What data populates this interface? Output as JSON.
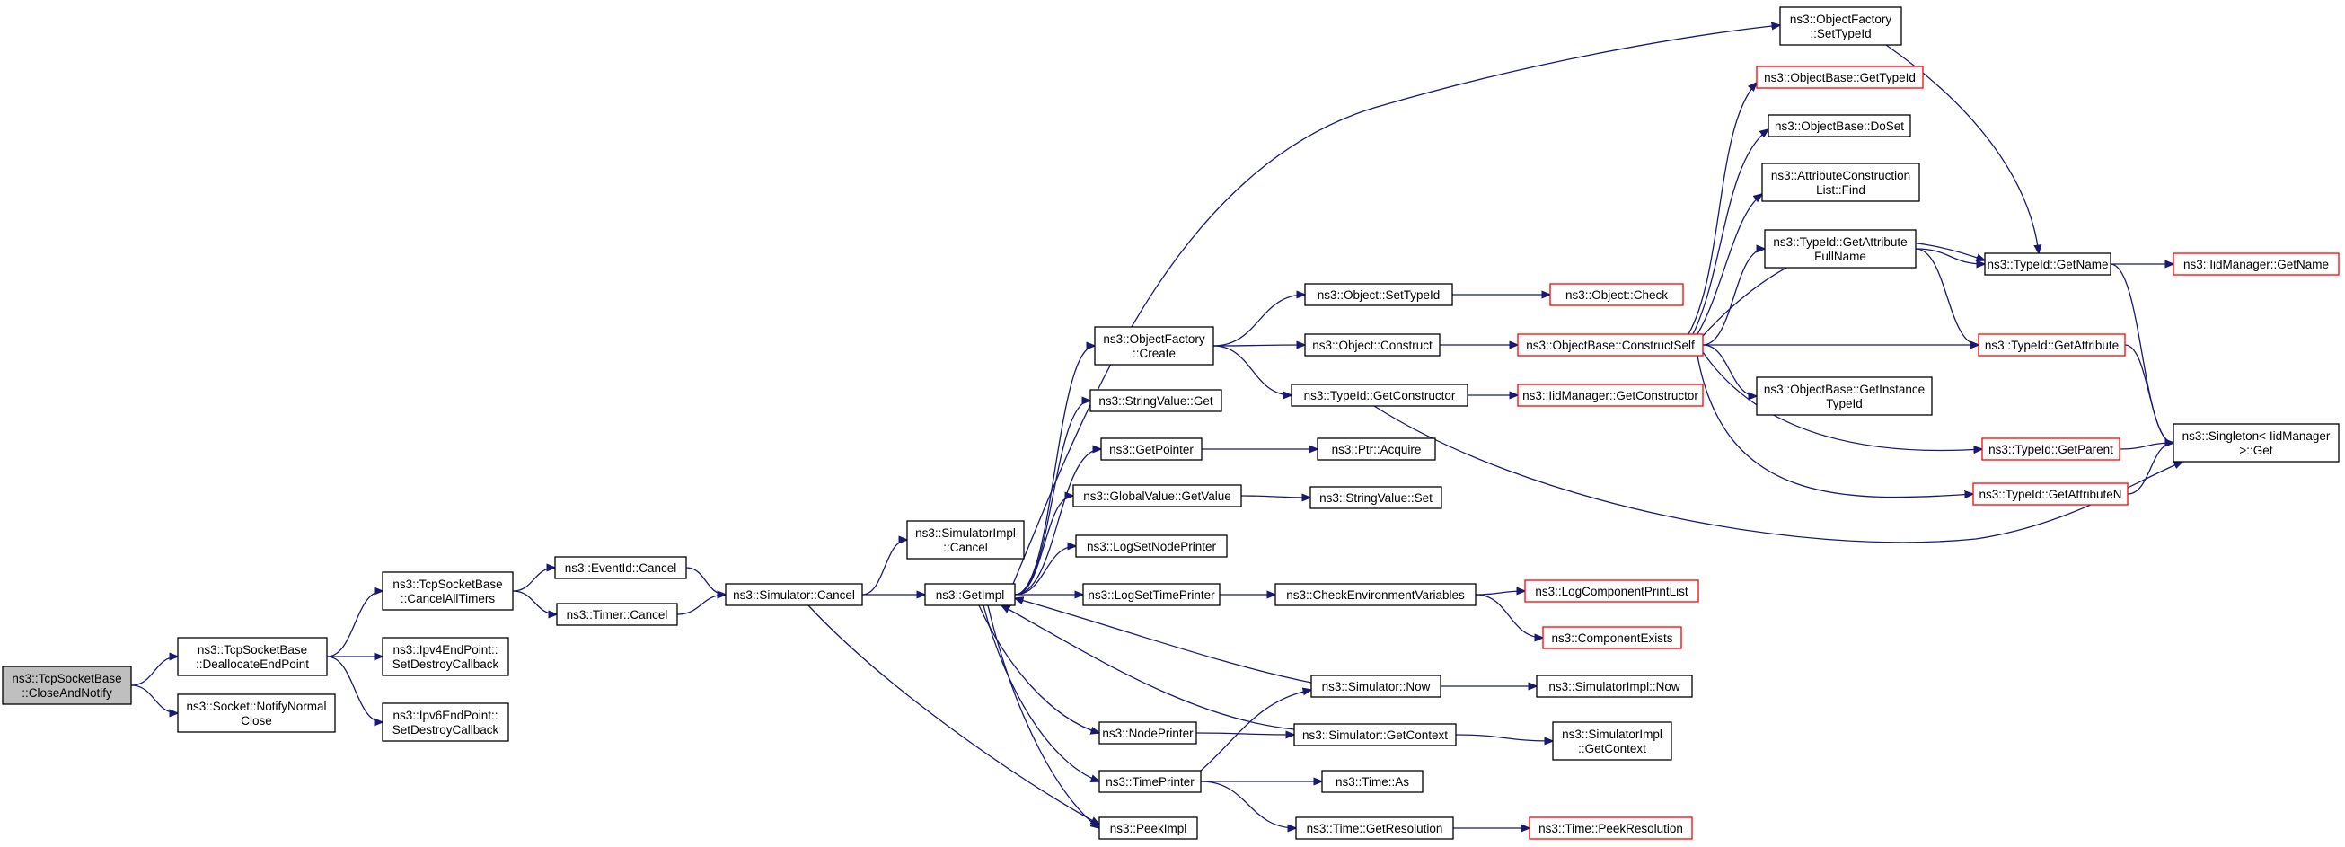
{
  "colors": {
    "edge": "#191970",
    "node_border": "#000000",
    "node_border_truncated": "#ff0000",
    "root_fill": "#bfbfbf"
  },
  "nodes": {
    "closeAndNotify": {
      "lines": [
        "ns3::TcpSocketBase",
        "::CloseAndNotify"
      ]
    },
    "deallocateEndPoint": {
      "lines": [
        "ns3::TcpSocketBase",
        "::DeallocateEndPoint"
      ]
    },
    "notifyNormalClose": {
      "lines": [
        "ns3::Socket::NotifyNormal",
        "Close"
      ]
    },
    "cancelAllTimers": {
      "lines": [
        "ns3::TcpSocketBase",
        "::CancelAllTimers"
      ]
    },
    "ipv4SetDestroy": {
      "lines": [
        "ns3::Ipv4EndPoint::",
        "SetDestroyCallback"
      ]
    },
    "ipv6SetDestroy": {
      "lines": [
        "ns3::Ipv6EndPoint::",
        "SetDestroyCallback"
      ]
    },
    "eventIdCancel": {
      "lines": [
        "ns3::EventId::Cancel"
      ]
    },
    "timerCancel": {
      "lines": [
        "ns3::Timer::Cancel"
      ]
    },
    "simulatorCancel": {
      "lines": [
        "ns3::Simulator::Cancel"
      ]
    },
    "simImplCancel": {
      "lines": [
        "ns3::SimulatorImpl",
        "::Cancel"
      ]
    },
    "getImpl": {
      "lines": [
        "ns3::GetImpl"
      ]
    },
    "objectFactoryCreate": {
      "lines": [
        "ns3::ObjectFactory",
        "::Create"
      ]
    },
    "stringValueGet": {
      "lines": [
        "ns3::StringValue::Get"
      ]
    },
    "getPointer": {
      "lines": [
        "ns3::GetPointer"
      ]
    },
    "globalValueGetValue": {
      "lines": [
        "ns3::GlobalValue::GetValue"
      ]
    },
    "logSetNodePrinter": {
      "lines": [
        "ns3::LogSetNodePrinter"
      ]
    },
    "logSetTimePrinter": {
      "lines": [
        "ns3::LogSetTimePrinter"
      ]
    },
    "nodePrinter": {
      "lines": [
        "ns3::NodePrinter"
      ]
    },
    "timePrinter": {
      "lines": [
        "ns3::TimePrinter"
      ]
    },
    "peekImpl": {
      "lines": [
        "ns3::PeekImpl"
      ]
    },
    "objectSetTypeId": {
      "lines": [
        "ns3::Object::SetTypeId"
      ]
    },
    "objectConstruct": {
      "lines": [
        "ns3::Object::Construct"
      ]
    },
    "typeIdGetConstructor": {
      "lines": [
        "ns3::TypeId::GetConstructor"
      ]
    },
    "ptrAcquire": {
      "lines": [
        "ns3::Ptr::Acquire"
      ]
    },
    "stringValueSet": {
      "lines": [
        "ns3::StringValue::Set"
      ]
    },
    "checkEnvVars": {
      "lines": [
        "ns3::CheckEnvironmentVariables"
      ]
    },
    "simulatorNow": {
      "lines": [
        "ns3::Simulator::Now"
      ]
    },
    "simulatorGetContext": {
      "lines": [
        "ns3::Simulator::GetContext"
      ]
    },
    "timeAs": {
      "lines": [
        "ns3::Time::As"
      ]
    },
    "timeGetResolution": {
      "lines": [
        "ns3::Time::GetResolution"
      ]
    },
    "objectFactorySetTypeId": {
      "lines": [
        "ns3::ObjectFactory",
        "::SetTypeId"
      ]
    },
    "objectCheck": {
      "lines": [
        "ns3::Object::Check"
      ]
    },
    "constructSelf": {
      "lines": [
        "ns3::ObjectBase::ConstructSelf"
      ]
    },
    "iidGetConstructor": {
      "lines": [
        "ns3::IidManager::GetConstructor"
      ]
    },
    "logComponentPrintList": {
      "lines": [
        "ns3::LogComponentPrintList"
      ]
    },
    "componentExists": {
      "lines": [
        "ns3::ComponentExists"
      ]
    },
    "simImplNow": {
      "lines": [
        "ns3::SimulatorImpl::Now"
      ]
    },
    "simImplGetContext": {
      "lines": [
        "ns3::SimulatorImpl",
        "::GetContext"
      ]
    },
    "timePeekResolution": {
      "lines": [
        "ns3::Time::PeekResolution"
      ]
    },
    "objectBaseGetTypeId": {
      "lines": [
        "ns3::ObjectBase::GetTypeId"
      ]
    },
    "objectBaseDoSet": {
      "lines": [
        "ns3::ObjectBase::DoSet"
      ]
    },
    "attrConstructionListFind": {
      "lines": [
        "ns3::AttributeConstruction",
        "List::Find"
      ]
    },
    "typeIdGetAttributeFullName": {
      "lines": [
        "ns3::TypeId::GetAttribute",
        "FullName"
      ]
    },
    "objectBaseGetInstanceTypeId": {
      "lines": [
        "ns3::ObjectBase::GetInstance",
        "TypeId"
      ]
    },
    "typeIdGetName": {
      "lines": [
        "ns3::TypeId::GetName"
      ]
    },
    "typeIdGetAttribute": {
      "lines": [
        "ns3::TypeId::GetAttribute"
      ]
    },
    "typeIdGetParent": {
      "lines": [
        "ns3::TypeId::GetParent"
      ]
    },
    "typeIdGetAttributeN": {
      "lines": [
        "ns3::TypeId::GetAttributeN"
      ]
    },
    "iidGetName": {
      "lines": [
        "ns3::IidManager::GetName"
      ]
    },
    "singletonGet": {
      "lines": [
        "ns3::Singleton< IidManager",
        " >::Get"
      ]
    }
  }
}
